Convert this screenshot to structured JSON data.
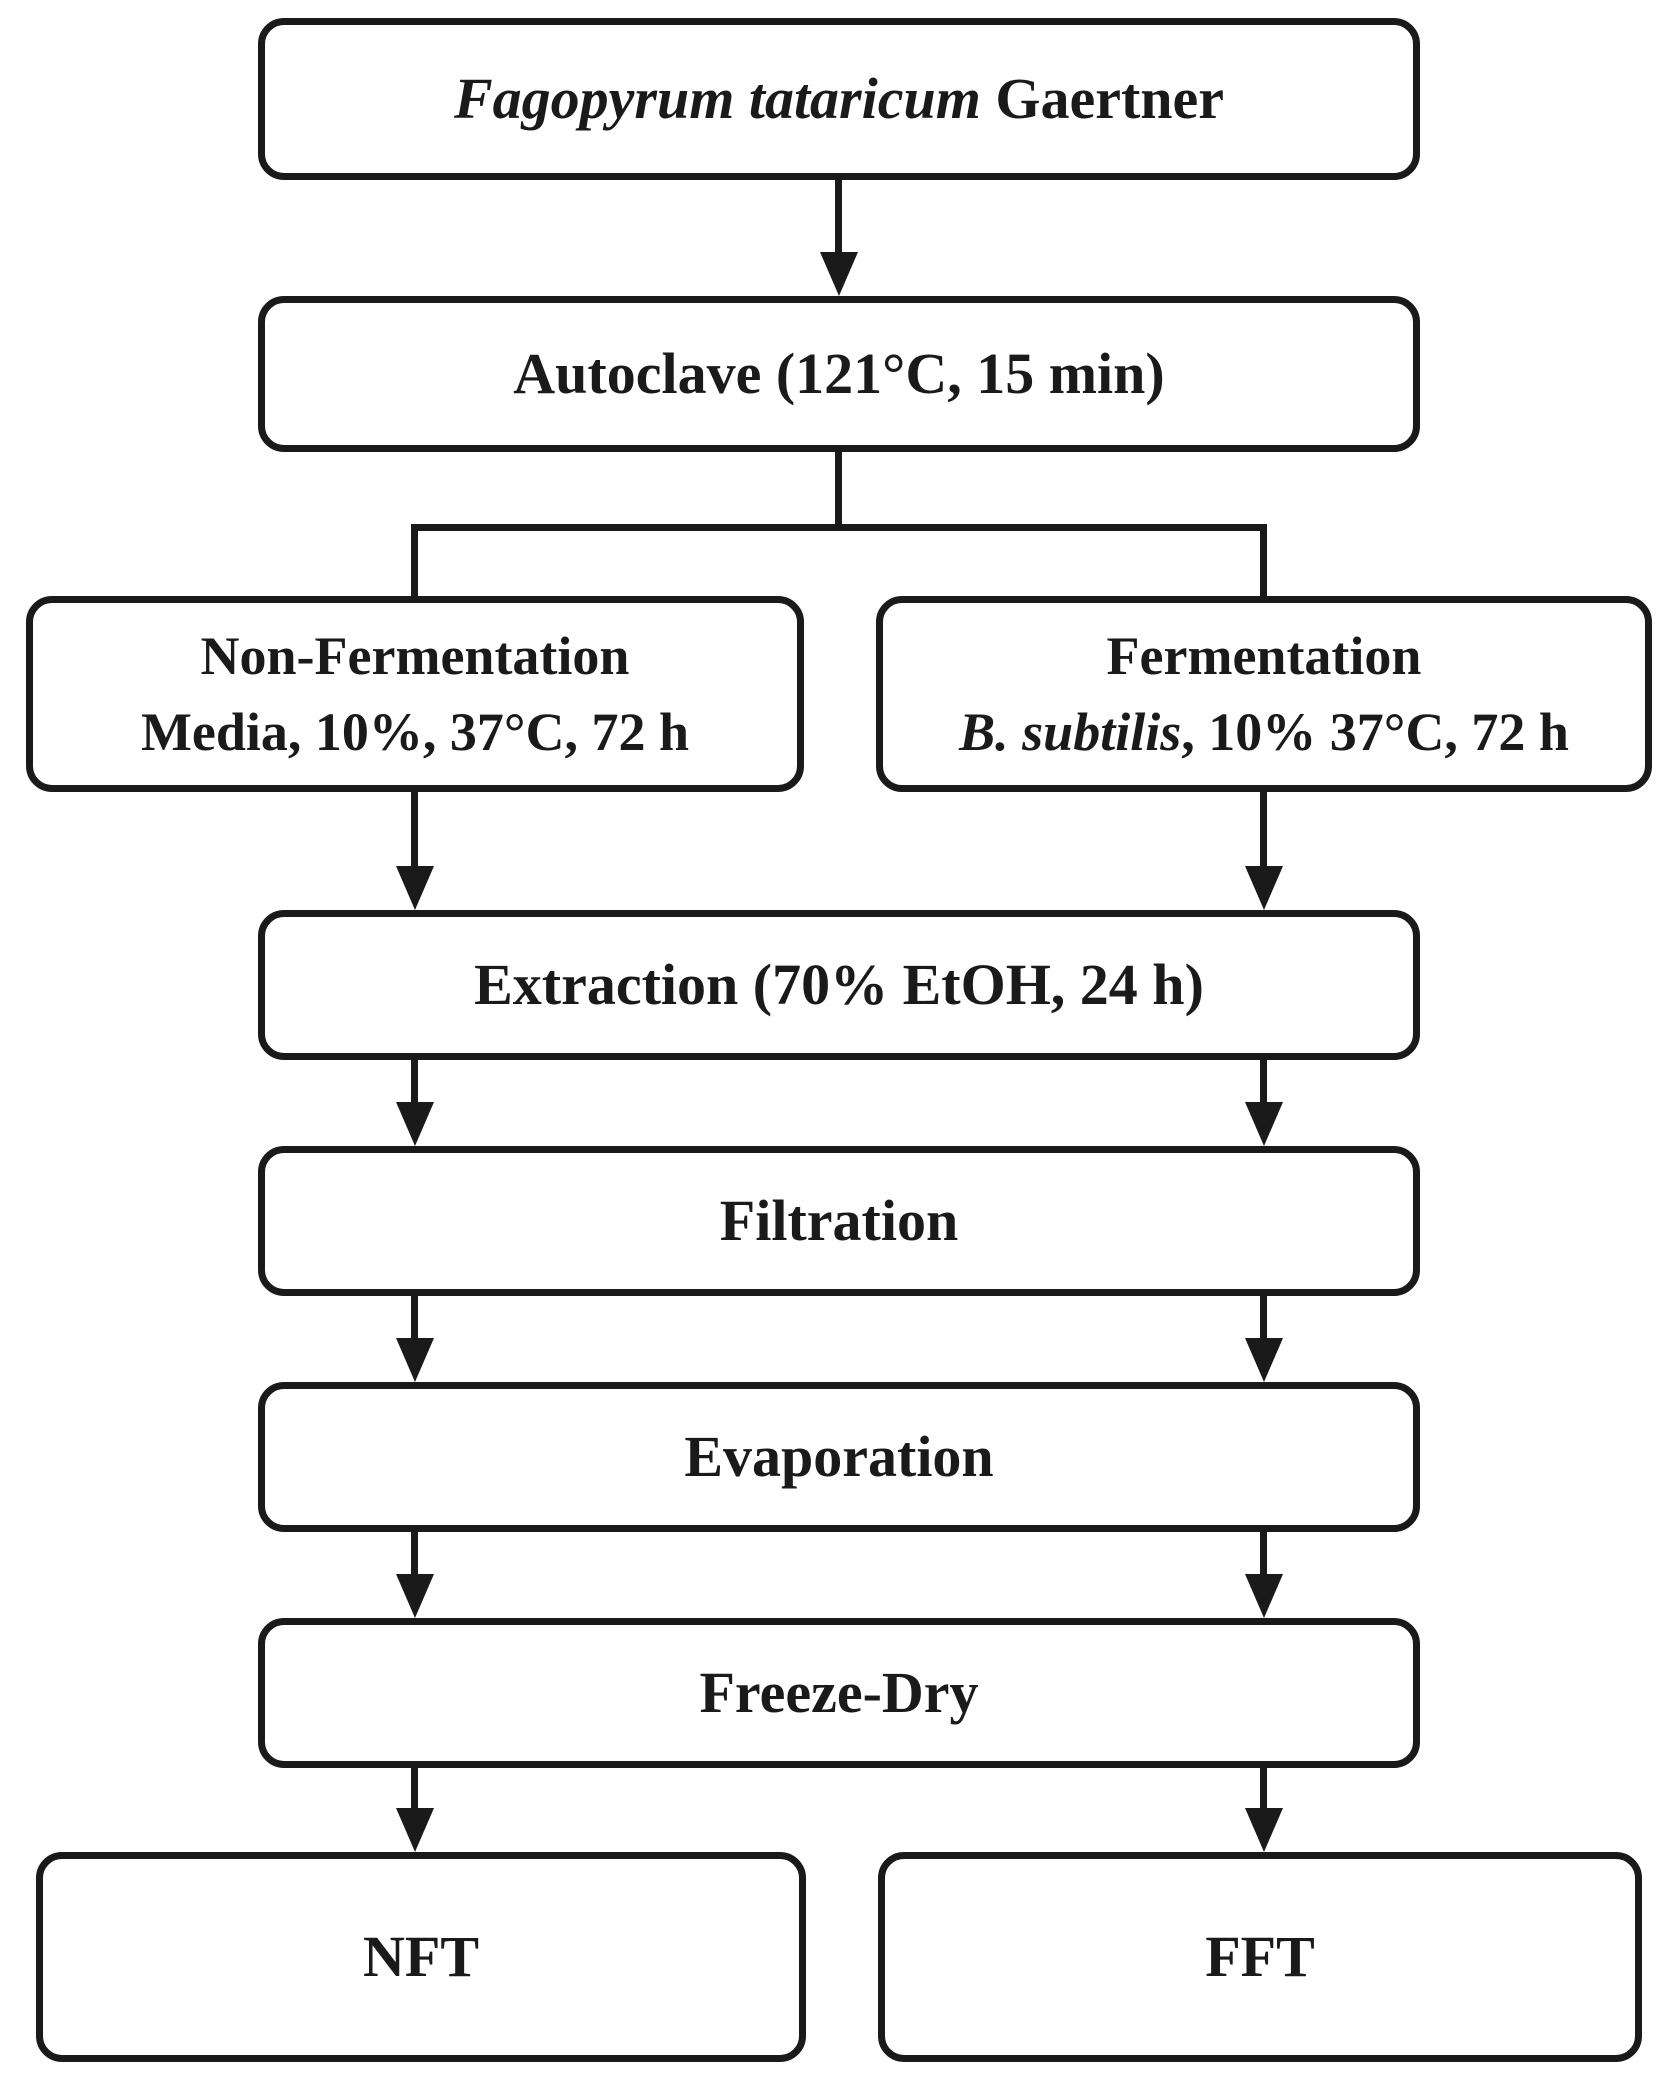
{
  "figure": {
    "type": "flowchart",
    "colors": {
      "ink": "#1a1a1a",
      "background": "#ffffff"
    },
    "nodes": {
      "source": {
        "species": "Fagopyrum tataricum",
        "authority": " Gaertner"
      },
      "autoclave": {
        "label": "Autoclave (121°C, 15 min)"
      },
      "non_fermentation": {
        "line1": "Non-Fermentation",
        "line2": "Media, 10%, 37°C, 72 h"
      },
      "fermentation": {
        "line1": "Fermentation",
        "organism": "B. subtilis",
        "line2_rest": ", 10% 37°C, 72 h"
      },
      "extraction": {
        "label": "Extraction (70% EtOH, 24 h)"
      },
      "filtration": {
        "label": "Filtration"
      },
      "evaporation": {
        "label": "Evaporation"
      },
      "freeze_dry": {
        "label": "Freeze-Dry"
      },
      "nft": {
        "label": "NFT"
      },
      "fft": {
        "label": "FFT"
      }
    }
  }
}
